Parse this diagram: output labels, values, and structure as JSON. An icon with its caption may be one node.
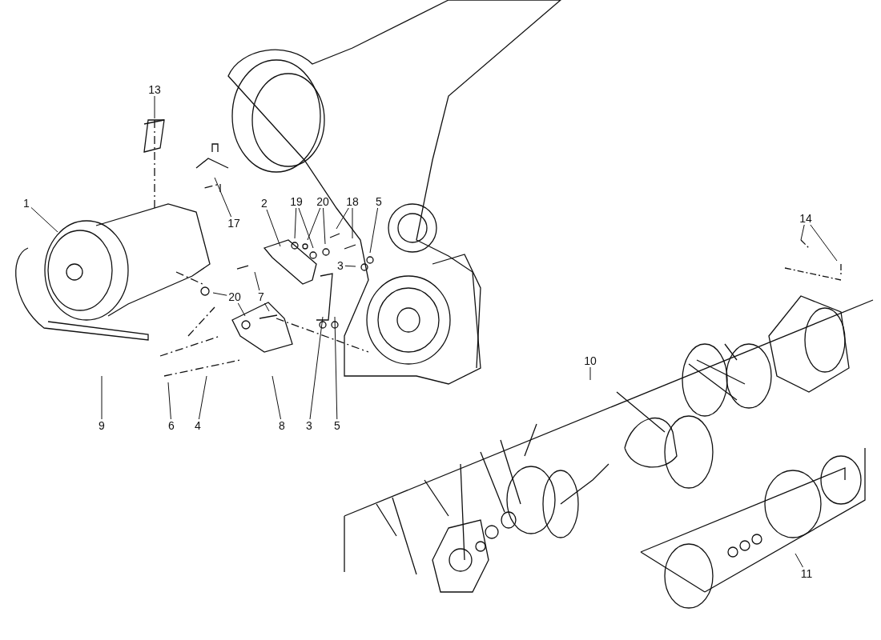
{
  "diagram": {
    "nodes": [
      {
        "text": [
          "13"
        ]
      },
      {
        "text": [
          "17"
        ]
      },
      {
        "text": [
          "1"
        ]
      },
      {
        "text": [
          "2"
        ]
      },
      {
        "text": [
          "19"
        ]
      },
      {
        "text": [
          "20"
        ]
      },
      {
        "text": [
          "18"
        ]
      },
      {
        "text": [
          "5"
        ]
      },
      {
        "text": [
          "3"
        ]
      },
      {
        "text": [
          "20"
        ]
      },
      {
        "text": [
          "7"
        ]
      },
      {
        "text": [
          "14"
        ]
      },
      {
        "text": [
          "10"
        ]
      },
      {
        "text": [
          "9"
        ]
      },
      {
        "text": [
          "6"
        ]
      },
      {
        "text": [
          "4"
        ]
      },
      {
        "text": [
          "8"
        ]
      },
      {
        "text": [
          "3"
        ]
      },
      {
        "text": [
          "5"
        ]
      },
      {
        "text": [
          "11"
        ]
      }
    ],
    "edges": [
      {
        "from": 0,
        "to": null,
        "arrow": "none"
      },
      {
        "from": 1,
        "to": null,
        "arrow": "none"
      },
      {
        "from": 2,
        "to": null,
        "arrow": "none"
      },
      {
        "from": 3,
        "to": null,
        "arrow": "none"
      },
      {
        "from": 4,
        "to": null,
        "arrow": "none"
      },
      {
        "from": 4,
        "to": null,
        "arrow": "none"
      },
      {
        "from": 5,
        "to": null,
        "arrow": "none"
      },
      {
        "from": 5,
        "to": null,
        "arrow": "none"
      },
      {
        "from": 6,
        "to": null,
        "arrow": "none"
      },
      {
        "from": 6,
        "to": null,
        "arrow": "none"
      },
      {
        "from": 7,
        "to": null,
        "arrow": "none"
      },
      {
        "from": 8,
        "to": null,
        "arrow": "none"
      },
      {
        "from": 9,
        "to": null,
        "arrow": "none"
      },
      {
        "from": 9,
        "to": null,
        "arrow": "none"
      },
      {
        "from": 10,
        "to": null,
        "arrow": "none"
      },
      {
        "from": 10,
        "to": null,
        "arrow": "none"
      },
      {
        "from": 11,
        "to": null,
        "arrow": "none"
      },
      {
        "from": 11,
        "to": null,
        "arrow": "none"
      },
      {
        "from": 12,
        "to": null,
        "arrow": "none"
      },
      {
        "from": 13,
        "to": null,
        "arrow": "none"
      },
      {
        "from": 14,
        "to": null,
        "arrow": "none"
      },
      {
        "from": 15,
        "to": null,
        "arrow": "none"
      },
      {
        "from": 16,
        "to": null,
        "arrow": "none"
      },
      {
        "from": 17,
        "to": null,
        "arrow": "none"
      },
      {
        "from": 18,
        "to": null,
        "arrow": "none"
      },
      {
        "from": 19,
        "to": null,
        "arrow": "none"
      }
    ]
  }
}
